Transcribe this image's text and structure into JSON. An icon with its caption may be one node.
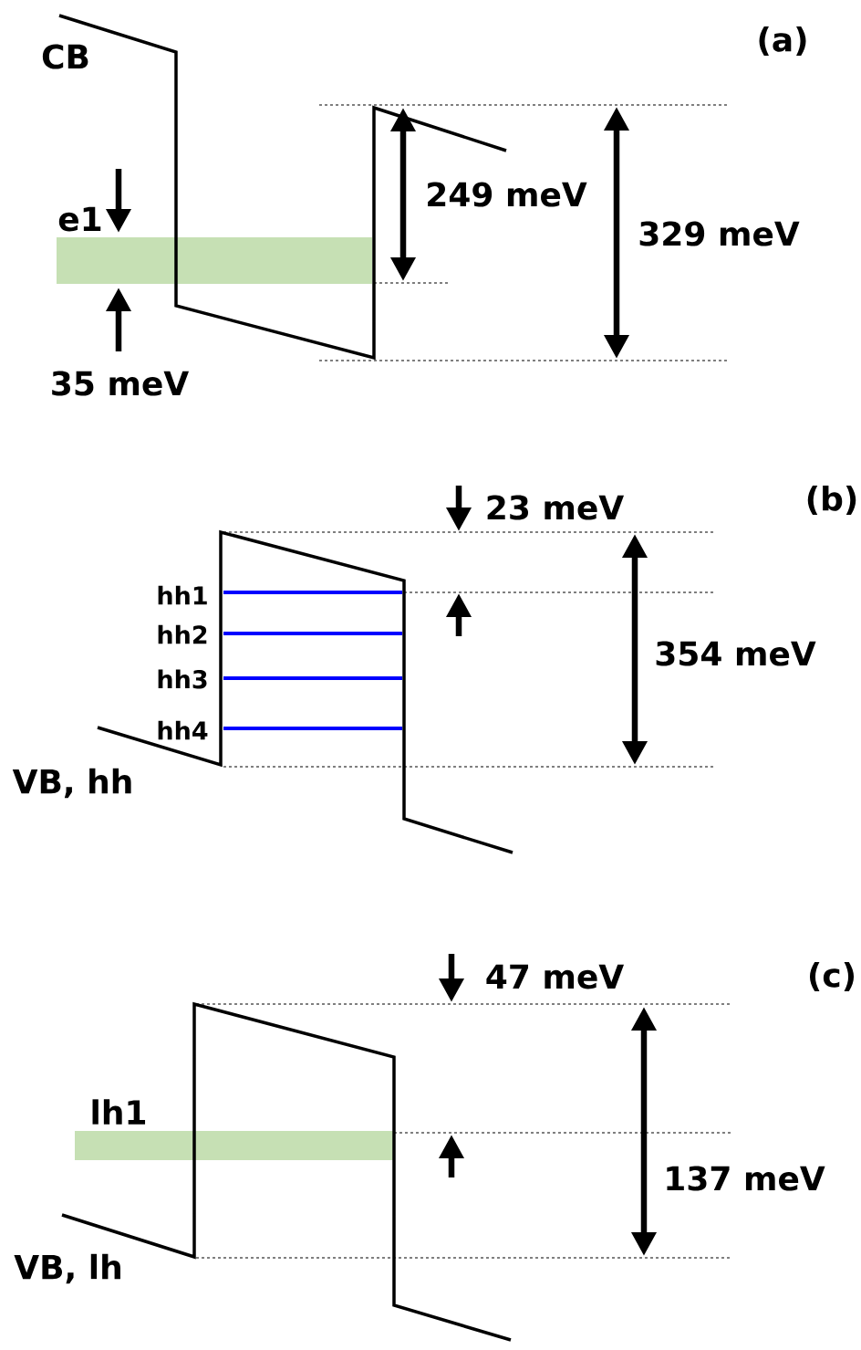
{
  "diagram": {
    "labels": [
      "(a)",
      "CB",
      "e1",
      "249 meV",
      "329 meV",
      "35 meV",
      "23 meV",
      "(b)",
      "hh1",
      "hh2",
      "hh3",
      "hh4",
      "354 meV",
      "VB, hh",
      "47 meV",
      "(c)",
      "lh1",
      "137 meV",
      "VB, lh"
    ]
  }
}
